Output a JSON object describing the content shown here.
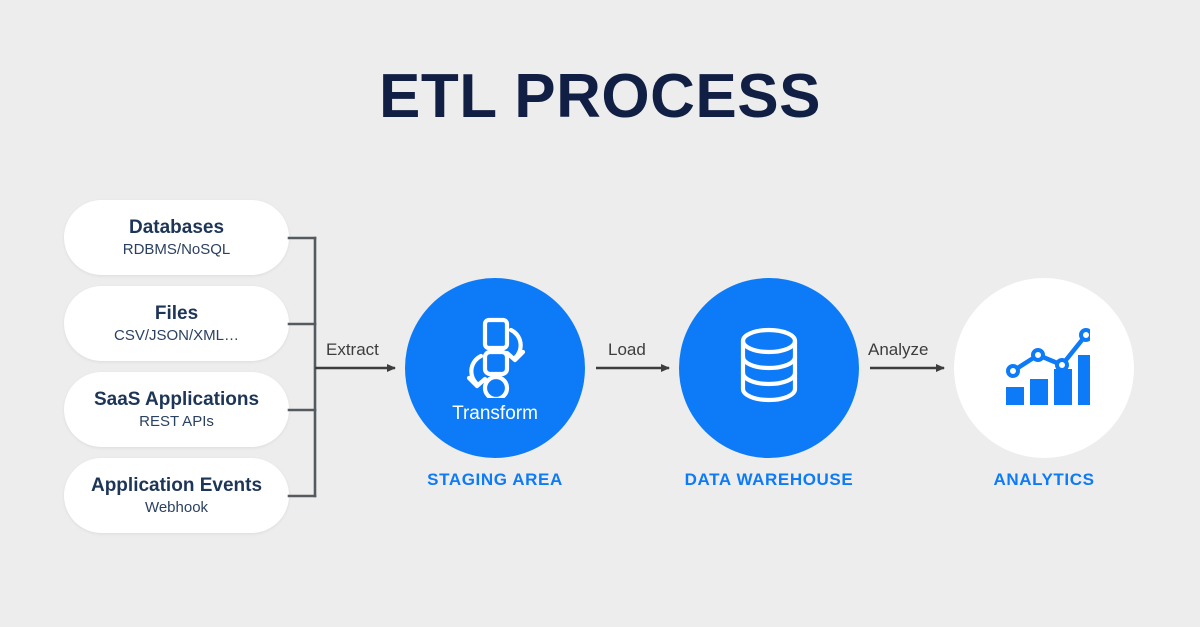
{
  "page": {
    "title": "ETL PROCESS",
    "background_color": "#ededed",
    "accent_color": "#0d7bf7",
    "title_color": "#111f44",
    "arrow_color": "#3d3d3d"
  },
  "sources": [
    {
      "title": "Databases",
      "subtitle": "RDBMS/NoSQL"
    },
    {
      "title": "Files",
      "subtitle": "CSV/JSON/XML…"
    },
    {
      "title": "SaaS Applications",
      "subtitle": "REST APIs"
    },
    {
      "title": "Application Events",
      "subtitle": "Webhook"
    }
  ],
  "flows": [
    {
      "label": "Extract"
    },
    {
      "label": "Load"
    },
    {
      "label": "Analyze"
    }
  ],
  "stages": [
    {
      "inner_label": "Transform",
      "caption": "STAGING AREA",
      "icon": "transform-icon",
      "fill": "#0d7bf7"
    },
    {
      "inner_label": "",
      "caption": "DATA WAREHOUSE",
      "icon": "database-cylinder-icon",
      "fill": "#0d7bf7"
    },
    {
      "inner_label": "",
      "caption": "ANALYTICS",
      "icon": "bar-chart-trend-icon",
      "fill": "#ffffff"
    }
  ]
}
